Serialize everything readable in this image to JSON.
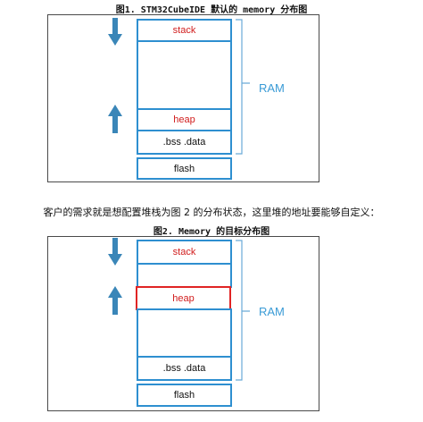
{
  "figure1": {
    "title": "图1.    STM32CubeIDE 默认的 memory 分布图",
    "blocks": [
      "stack",
      "heap",
      ".bss .data",
      "flash"
    ],
    "ram_label": "RAM"
  },
  "caption": "客户的需求就是想配置堆栈为图 2 的分布状态，这里堆的地址要能够自定义：",
  "figure2": {
    "title": "图2.    Memory 的目标分布图",
    "blocks": [
      "stack",
      "heap",
      ".bss .data",
      "flash"
    ],
    "ram_label": "RAM"
  },
  "colors": {
    "block_border": "#2e8fd0",
    "highlight_border": "#e02424",
    "stack_heap_text": "#d11d1d",
    "arrow_fill": "#3a86b8",
    "ram_text": "#3a9bd6"
  }
}
